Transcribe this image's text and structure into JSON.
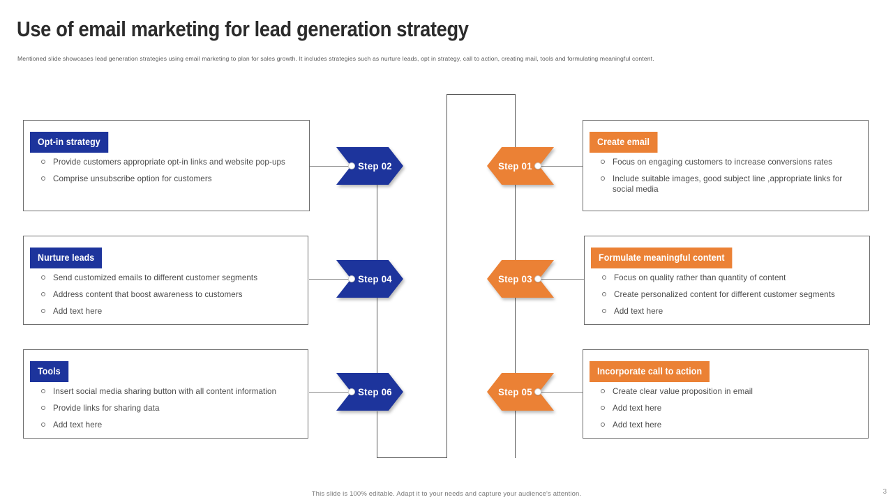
{
  "slide": {
    "title": "Use of email marketing for lead generation strategy",
    "subtitle": "Mentioned slide showcases lead generation strategies using email marketing to plan for sales growth. It includes strategies such as nurture leads, opt in strategy, call to action, creating mail, tools and formulating meaningful content.",
    "footer_note": "This slide is 100% editable. Adapt it to your needs and capture your audience's attention.",
    "page_number": "3"
  },
  "colors": {
    "blue": "#1d349c",
    "orange": "#eb8135",
    "border": "#6d6d6d",
    "text": "#4a4a4a",
    "title": "#2b2b2b"
  },
  "steps": [
    {
      "id": "step-01",
      "label": "Step 01",
      "side": "right",
      "color": "#eb8135"
    },
    {
      "id": "step-02",
      "label": "Step 02",
      "side": "left",
      "color": "#1d349c"
    },
    {
      "id": "step-03",
      "label": "Step 03",
      "side": "right",
      "color": "#eb8135"
    },
    {
      "id": "step-04",
      "label": "Step 04",
      "side": "left",
      "color": "#1d349c"
    },
    {
      "id": "step-05",
      "label": "Step 05",
      "side": "right",
      "color": "#eb8135"
    },
    {
      "id": "step-06",
      "label": "Step 06",
      "side": "left",
      "color": "#1d349c"
    }
  ],
  "left_cards": [
    {
      "title": "Opt-in strategy",
      "bullets": [
        "Provide customers appropriate opt-in links and website pop-ups",
        "Comprise unsubscribe option for customers"
      ]
    },
    {
      "title": "Nurture leads",
      "bullets": [
        "Send customized emails to different customer segments",
        "Address content that boost awareness to customers",
        "Add text here"
      ]
    },
    {
      "title": "Tools",
      "bullets": [
        "Insert social media sharing button with all content information",
        "Provide links for sharing data",
        "Add text here"
      ]
    }
  ],
  "right_cards": [
    {
      "title": "Create email",
      "bullets": [
        "Focus on engaging customers to increase conversions rates",
        "Include suitable images, good subject line ,appropriate links for social media"
      ]
    },
    {
      "title": "Formulate meaningful content",
      "bullets": [
        "Focus on quality rather than quantity of content",
        "Create personalized content for different customer segments",
        "Add text here"
      ]
    },
    {
      "title": "Incorporate call to action",
      "bullets": [
        "Create clear value proposition in email",
        "Add text here",
        "Add text here"
      ]
    }
  ]
}
